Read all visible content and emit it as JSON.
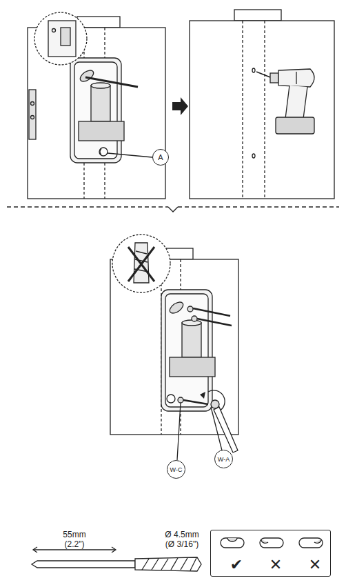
{
  "diagram": {
    "nodes": [
      {
        "text": [
          "A"
        ]
      },
      {
        "text": [
          "W-C"
        ]
      },
      {
        "text": [
          "W-A"
        ]
      },
      {
        "text": [
          "✔",
          "✕",
          "✕"
        ]
      }
    ],
    "labels": [
      "55mm (2.2\")",
      "Ø 4.5mm (Ø 3/16\")"
    ]
  }
}
